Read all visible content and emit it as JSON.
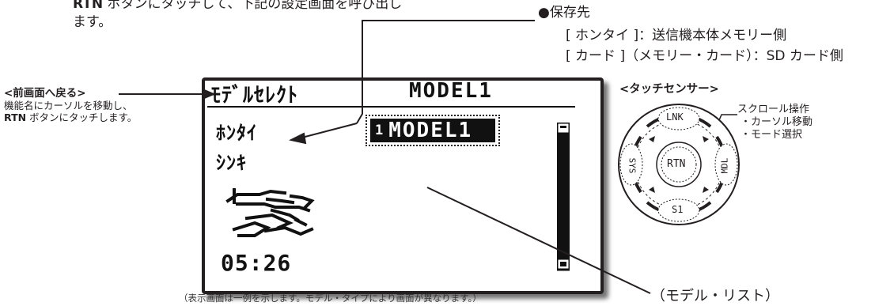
{
  "intro": {
    "line1_bold": "RTN",
    "line1_rest": " ボタンにタッチして、下記の設定画面を呼び出し",
    "line2": "ます。"
  },
  "destination": {
    "title": "●保存先",
    "option1": "[ ホンタイ ]：送信機本体メモリー側",
    "option2": "[ カード ]（メモリー・カード）：SD カード側"
  },
  "back_note": {
    "title": "<前画面へ戻る>",
    "line1": "機能名にカーソルを移動し、",
    "line2_bold": "RTN",
    "line2_rest": " ボタンにタッチします。"
  },
  "lcd": {
    "header_left": "ﾓﾃﾞﾙｾﾚｸﾄ",
    "header_right": "MODEL1",
    "storage_1": "ﾎﾝﾀｲ",
    "storage_2": "ｼﾝｷ",
    "list_item_number": "1",
    "list_item_name": "MODEL1",
    "timer": "05:26"
  },
  "sensor": {
    "title": "<タッチセンサー>",
    "note1": "スクロール操作",
    "note2": "・カーソル移動",
    "note3": "・モード選択",
    "btn_top": "LNK",
    "btn_left": "SYS",
    "btn_right": "MDL",
    "btn_bottom": "S1",
    "btn_center": "RTN"
  },
  "caption": "（表示画面は一例を示します。モデル・タイプにより画面が異なります。）",
  "list_label": "（モデル・リスト）"
}
